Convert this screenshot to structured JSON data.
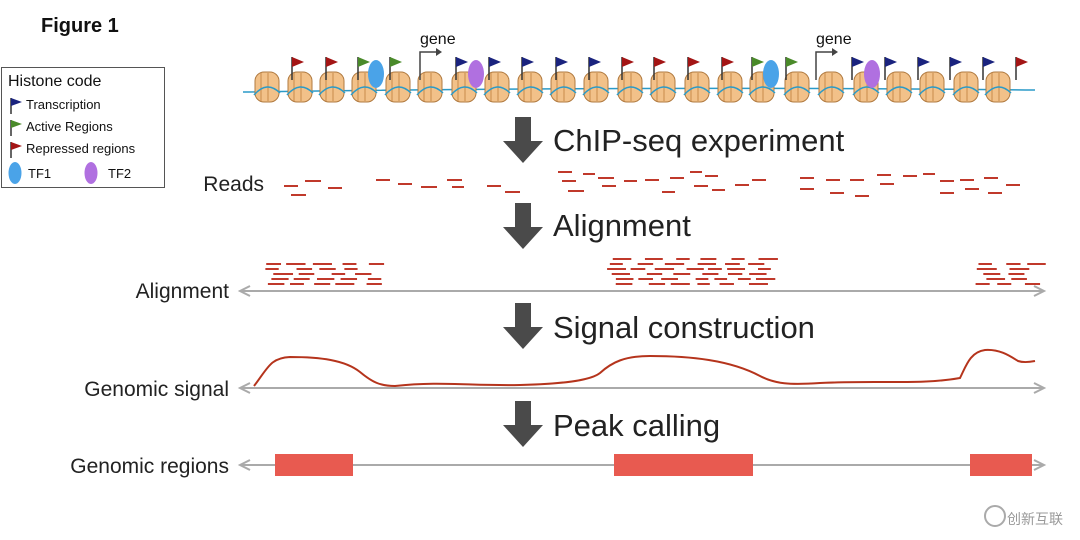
{
  "figure_title": "Figure 1",
  "legend": {
    "title": "Histone code",
    "items": [
      {
        "label": "Transcription",
        "color": "#1a237e",
        "icon": "flag-icon"
      },
      {
        "label": "Active Regions",
        "color": "#4a8a2a",
        "icon": "flag-icon"
      },
      {
        "label": "Repressed regions",
        "color": "#a31515",
        "icon": "flag-icon"
      }
    ],
    "tfs": [
      {
        "label": "TF1",
        "color": "#4aa3e8"
      },
      {
        "label": "TF2",
        "color": "#b070e0"
      }
    ]
  },
  "genes": [
    "gene",
    "gene"
  ],
  "steps": [
    "ChIP-seq experiment",
    "Alignment",
    "Signal construction",
    "Peak calling"
  ],
  "row_labels": {
    "reads": "Reads",
    "alignment": "Alignment",
    "signal": "Genomic signal",
    "regions": "Genomic regions"
  },
  "watermark": "创新互联",
  "colors": {
    "read": "#c0392b",
    "signal": "#b5341c",
    "peak": "#e85a50",
    "axis": "#aaaaaa",
    "step_arrow": "#4a4a4a",
    "nucleosome": "#f2c189",
    "dna": "#2a9ac8"
  }
}
